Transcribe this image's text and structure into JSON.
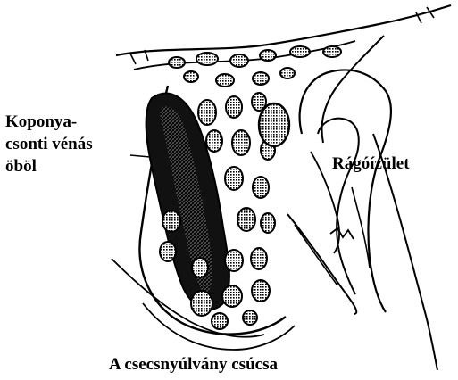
{
  "labels": {
    "sinus_line1": "Koponya-",
    "sinus_line2": "csonti vénás",
    "sinus_line3": "öböl",
    "joint": "Rágóízület",
    "mastoid_tip": "A csecsnyúlvány csúcsa"
  },
  "colors": {
    "ink": "#000000",
    "background": "#ffffff"
  }
}
